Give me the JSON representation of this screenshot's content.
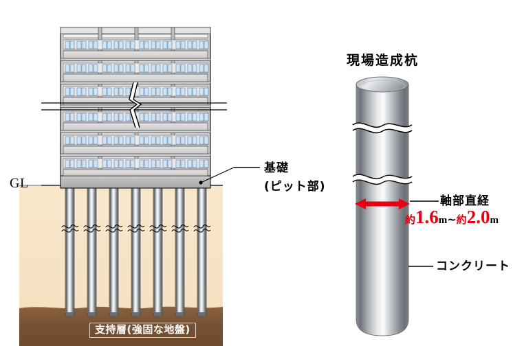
{
  "diagram": {
    "title_right": "現場造成杭",
    "labels": {
      "gl": "GL",
      "foundation_line1": "基礎",
      "foundation_line2": "(ピット部)",
      "support_layer": "支持層(強固な地盤)",
      "shaft_diameter": "軸部直経",
      "concrete": "コンクリート"
    },
    "dimension": {
      "approx1": "約",
      "value1": "1.6",
      "unit1": "m",
      "tilde": "~",
      "approx2": "約",
      "value2": "2.0",
      "unit2": "m",
      "full_text": "約1.6m~約2.0m"
    },
    "colors": {
      "soil_upper": "#f7e3c3",
      "soil_lower": "#7a5434",
      "building_wall": "#d8d8d8",
      "window_glass": "#cfe4f5",
      "pile_steel": "#b9bcc0",
      "accent_red": "#e60012",
      "outline": "#1a1a1a"
    },
    "counts": {
      "piles": 7,
      "building_bays": 4
    }
  }
}
